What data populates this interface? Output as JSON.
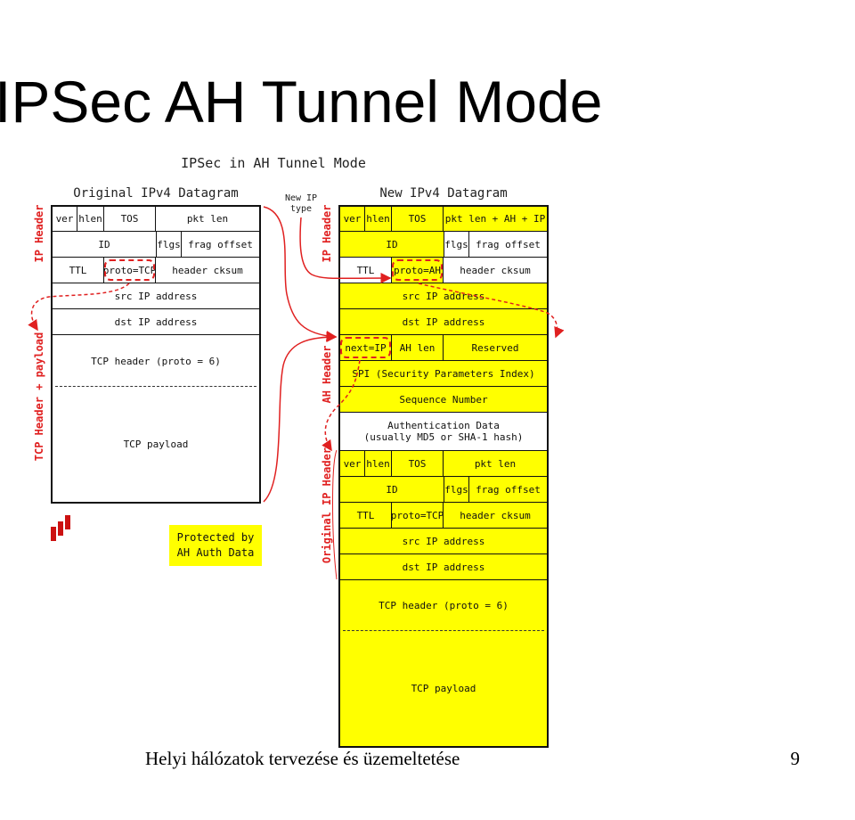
{
  "slide": {
    "title": "IPSec AH Tunnel Mode",
    "footer": "Helyi hálózatok tervezése és üzemeltetése",
    "page_number": "9"
  },
  "diagram": {
    "title": "IPSec in AH Tunnel Mode",
    "original_title": "Original IPv4 Datagram",
    "new_title": "New IPv4 Datagram",
    "new_ip_type_note": [
      "New IP",
      "type"
    ],
    "labels": {
      "ip_header": "IP Header",
      "tcp_header_payload": "TCP Header + payload",
      "ip_header_new": "IP Header",
      "ah_header": "AH Header",
      "original_ip_header": "Original IP Header"
    },
    "original": {
      "ver": "ver",
      "hlen": "hlen",
      "tos": "TOS",
      "pkt_len": "pkt len",
      "id": "ID",
      "flgs": "flgs",
      "frag_offset": "frag offset",
      "ttl": "TTL",
      "proto": "proto=TCP",
      "header_cksum": "header cksum",
      "src": "src IP address",
      "dst": "dst IP address",
      "tcp_header": "TCP header (proto = 6)",
      "tcp_payload": "TCP payload"
    },
    "new": {
      "ver": "ver",
      "hlen": "hlen",
      "tos": "TOS",
      "pkt_len": "pkt len + AH + IP",
      "id": "ID",
      "flgs": "flgs",
      "frag_offset": "frag offset",
      "ttl": "TTL",
      "proto": "proto=AH",
      "header_cksum": "header cksum",
      "src": "src IP address",
      "dst": "dst IP address",
      "next": "next=IP",
      "ah_len": "AH len",
      "reserved": "Reserved",
      "spi": "SPI (Security Parameters Index)",
      "seq": "Sequence Number",
      "auth": [
        "Authentication Data",
        "(usually MD5 or SHA-1 hash)"
      ],
      "inner": {
        "ver": "ver",
        "hlen": "hlen",
        "tos": "TOS",
        "pkt_len": "pkt len",
        "id": "ID",
        "flgs": "flgs",
        "frag_offset": "frag offset",
        "ttl": "TTL",
        "proto": "proto=TCP",
        "header_cksum": "header cksum",
        "src": "src IP address",
        "dst": "dst IP address",
        "tcp_header": "TCP header (proto = 6)",
        "tcp_payload": "TCP payload"
      }
    },
    "legend": [
      "Protected by",
      "AH Auth Data"
    ],
    "colors": {
      "protected": "#ffff00",
      "highlight": "#e02020",
      "arrow": "#e02020"
    }
  }
}
